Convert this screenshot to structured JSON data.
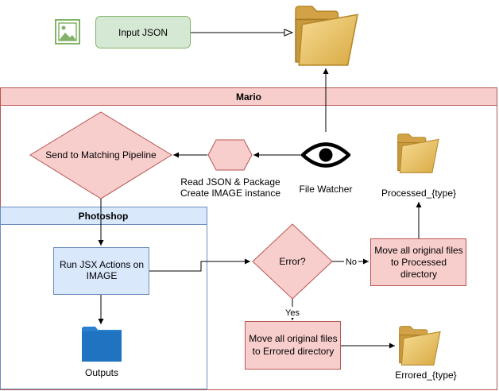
{
  "nodes": {
    "input_json": "Input JSON",
    "mario_title": "Mario",
    "photoshop_title": "Photoshop",
    "send_to_pipeline": "Send to Matching Pipeline",
    "read_json_line1": "Read JSON & Package",
    "read_json_line2": "Create IMAGE instance",
    "file_watcher": "File Watcher",
    "processed_folder": "Processed_{type}",
    "run_jsx_line1": "Run JSX Actions on",
    "run_jsx_line2": "IMAGE",
    "error_decision": "Error?",
    "no_label": "No",
    "yes_label": "Yes",
    "move_processed_line1": "Move all original files",
    "move_processed_line2": "to Processed",
    "move_processed_line3": "directory",
    "move_errored_line1": "Move all original files",
    "move_errored_line2": "to Errored directory",
    "errored_folder": "Errored_{type}",
    "outputs": "Outputs"
  },
  "colors": {
    "green_fill": "#d5e8d4",
    "green_stroke": "#82b366",
    "red_fill": "#f8cecc",
    "red_stroke": "#b85450",
    "blue_fill": "#dae8fc",
    "blue_stroke": "#6c8ebf",
    "folder_yellow": "#e7c26a",
    "folder_blue": "#1f73c1"
  },
  "icons": [
    "image-icon",
    "folder-icon",
    "eye-icon"
  ]
}
